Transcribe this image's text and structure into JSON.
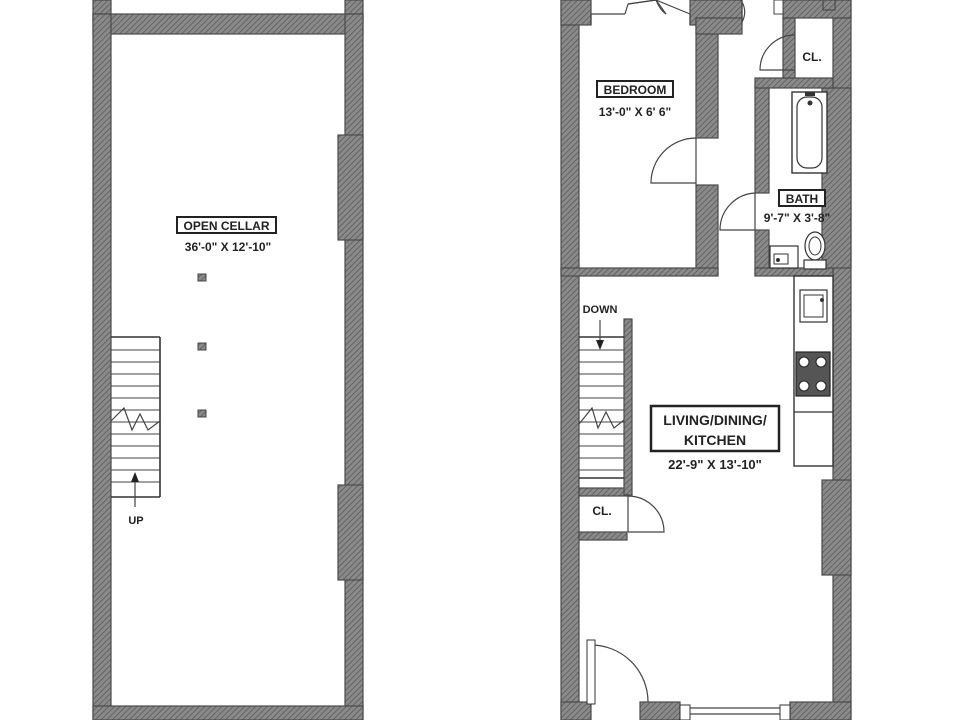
{
  "rooms": {
    "open_cellar": {
      "name": "OPEN CELLAR",
      "dims": "36'-0\" X 12'-10\""
    },
    "bedroom": {
      "name": "BEDROOM",
      "dims": "13'-0\" X 6' 6\""
    },
    "bath": {
      "name": "BATH",
      "dims": "9'-7\" X 3'-8\""
    },
    "living": {
      "name_line1": "LIVING/DINING/",
      "name_line2": "KITCHEN",
      "dims": "22'-9\" X 13'-10\""
    },
    "closet_top": {
      "name": "CL."
    },
    "closet_bottom": {
      "name": "CL."
    }
  },
  "stairs": {
    "cellar_label": "UP",
    "main_label": "DOWN"
  }
}
